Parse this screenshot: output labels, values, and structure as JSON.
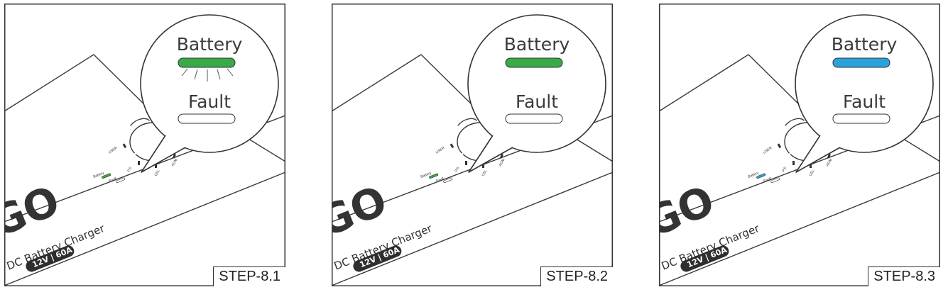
{
  "panels": [
    {
      "step_label": "STEP-8.1",
      "battery_label": "Battery",
      "fault_label": "Fault",
      "battery_led": {
        "state": "blinking",
        "color": "#3aaa48"
      },
      "fault_led": {
        "state": "off",
        "color": "#ffffff"
      },
      "device": {
        "brand_text": "DC Battery Charger",
        "spec_text": "12V | 60A",
        "mode_labels": [
          "USER",
          "P.S",
          "CEL",
          "AGM"
        ]
      }
    },
    {
      "step_label": "STEP-8.2",
      "battery_label": "Battery",
      "fault_label": "Fault",
      "battery_led": {
        "state": "solid",
        "color": "#3aaa48"
      },
      "fault_led": {
        "state": "off",
        "color": "#ffffff"
      },
      "device": {
        "brand_text": "DC Battery Charger",
        "spec_text": "12V | 60A",
        "mode_labels": [
          "USER",
          "P.S",
          "CEL",
          "AGM"
        ]
      }
    },
    {
      "step_label": "STEP-8.3",
      "battery_label": "Battery",
      "fault_label": "Fault",
      "battery_led": {
        "state": "solid",
        "color": "#2aa3dd"
      },
      "fault_led": {
        "state": "off",
        "color": "#ffffff"
      },
      "device": {
        "brand_text": "DC Battery Charger",
        "spec_text": "12V | 60A",
        "mode_labels": [
          "USER",
          "P.S",
          "CEL",
          "AGM"
        ]
      }
    }
  ]
}
